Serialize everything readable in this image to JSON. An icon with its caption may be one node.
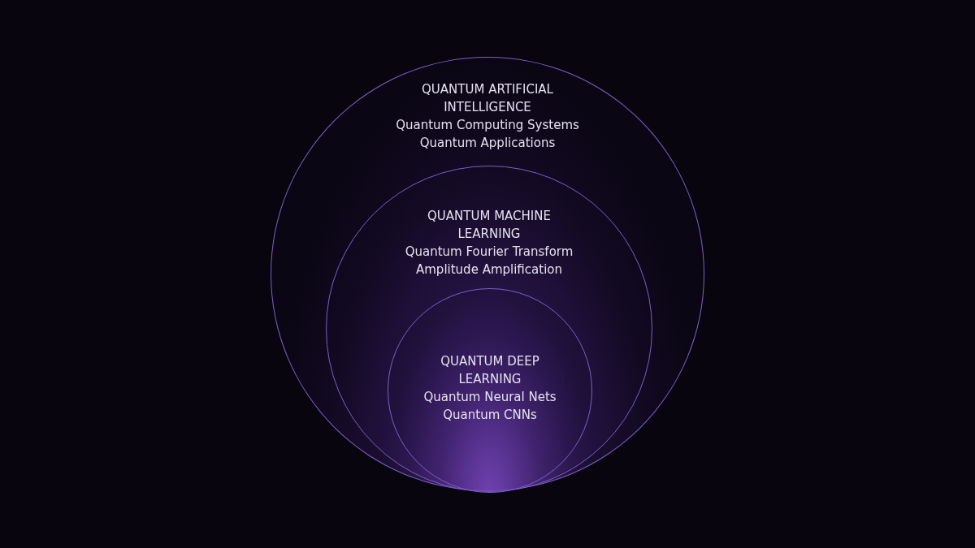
{
  "diagram": {
    "nodes": [
      {
        "text": [
          "QUANTUM ARTIFICIAL INTELLIGENCE",
          "Quantum Computing Systems",
          "Quantum Applications"
        ]
      },
      {
        "text": [
          "QUANTUM MACHINE LEARNING",
          "Quantum Fourier Transform",
          "Amplitude Amplification"
        ],
        "in": 0
      },
      {
        "text": [
          "QUANTUM DEEP LEARNING",
          "Quantum Neural Nets",
          "Quantum CNNs"
        ],
        "in": 1
      }
    ]
  }
}
